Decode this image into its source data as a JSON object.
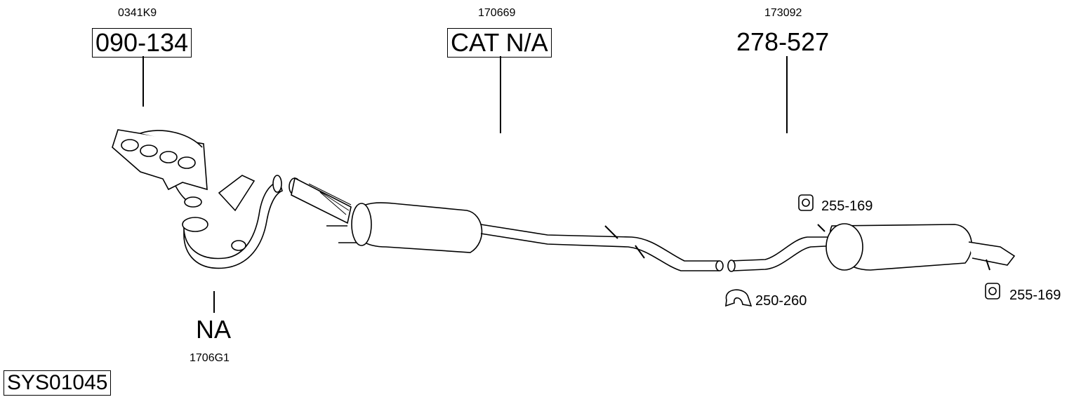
{
  "diagram": {
    "system_code": "SYS01045",
    "parts": {
      "manifold": {
        "ref": "0341K9",
        "part_number": "090-134"
      },
      "catalyst": {
        "ref": "170669",
        "part_number": "CAT N/A"
      },
      "rear_silencer": {
        "ref": "173092",
        "part_number": "278-527"
      },
      "front_pipe": {
        "ref": "1706G1",
        "part_number": "NA"
      },
      "rubber_mount_upper": {
        "part_number": "255-169"
      },
      "clamp": {
        "part_number": "250-260"
      },
      "rubber_mount_lower": {
        "part_number": "255-169"
      }
    }
  },
  "icons": {
    "mount": "rubber-mount-icon",
    "clamp": "pipe-clamp-icon"
  }
}
